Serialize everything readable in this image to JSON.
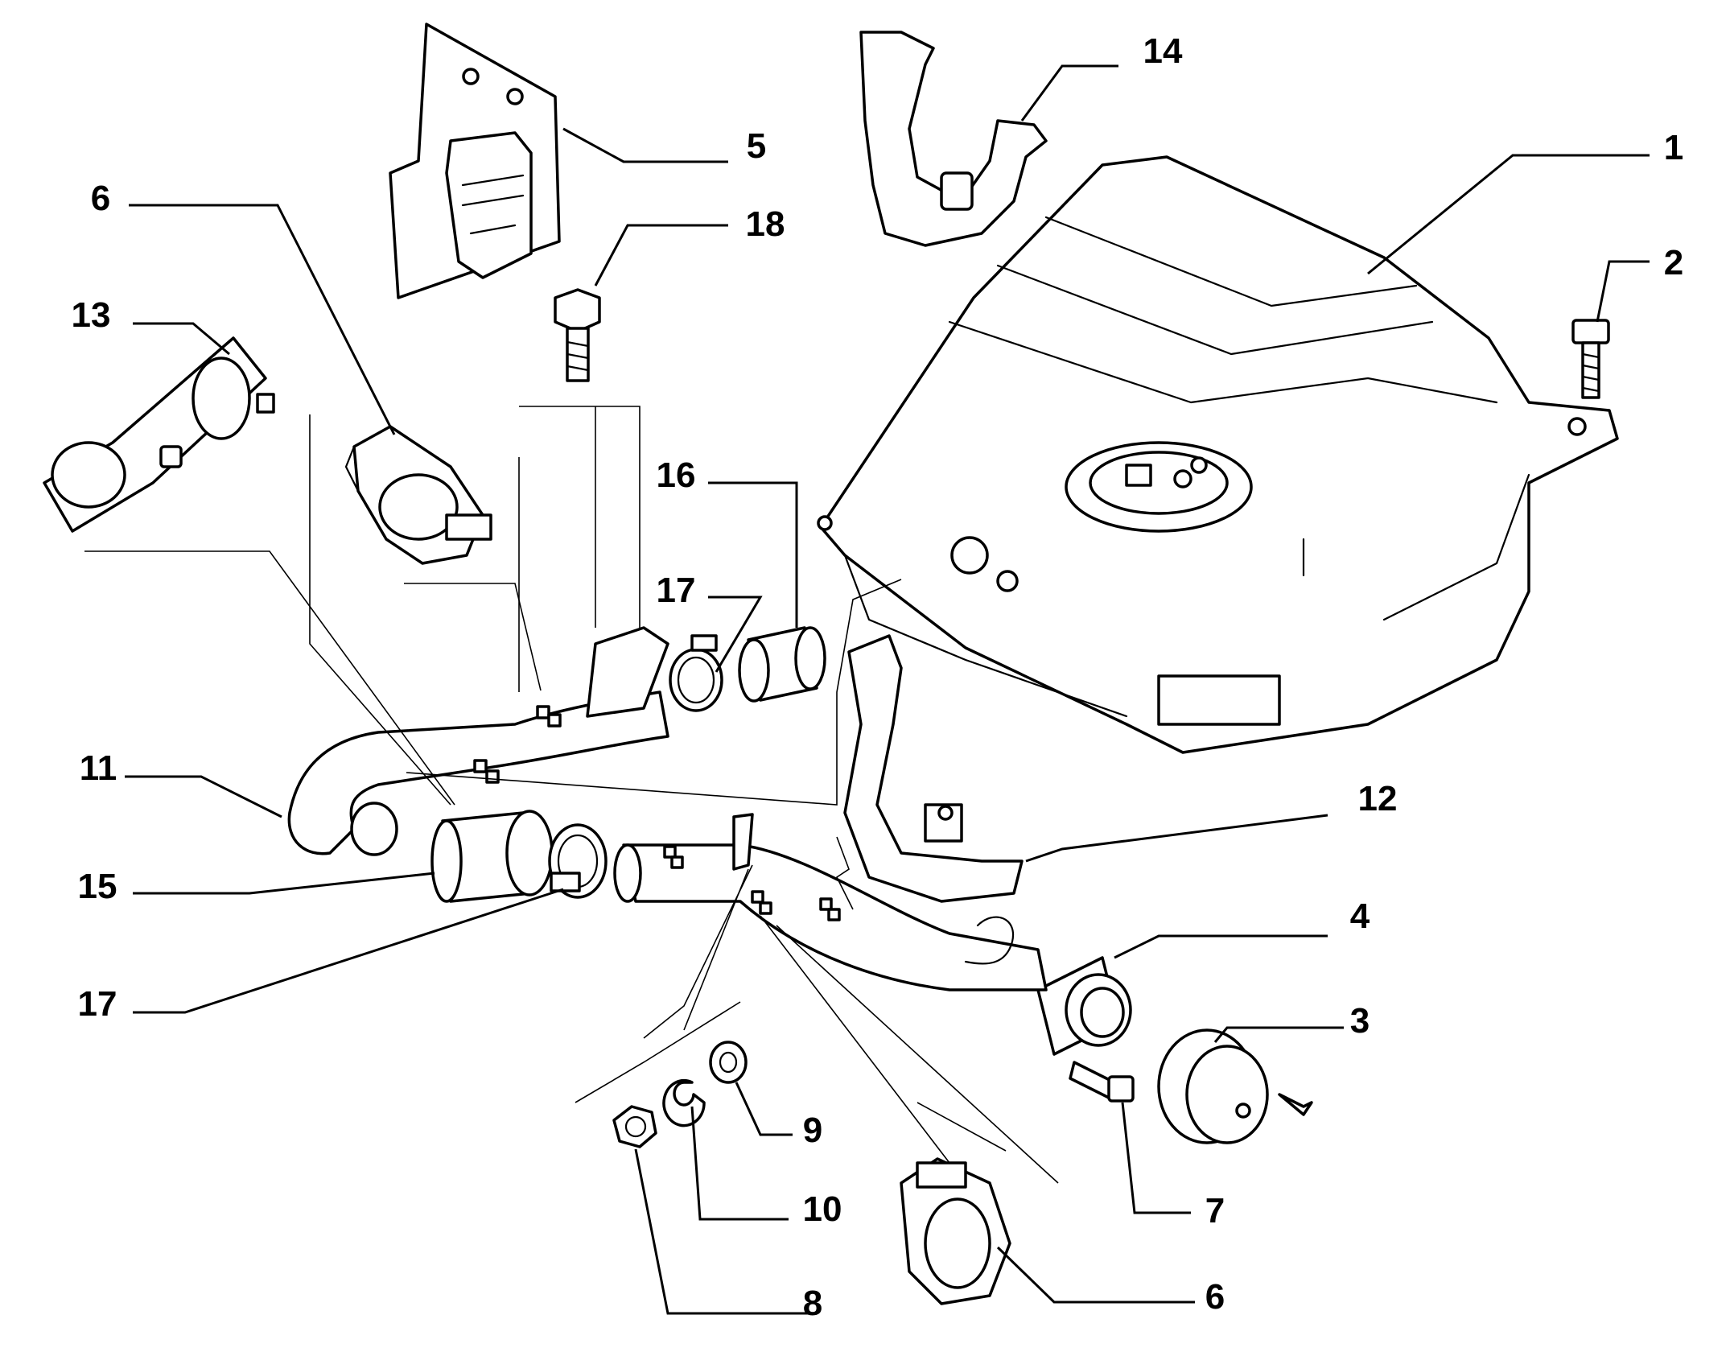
{
  "callouts": [
    {
      "id": "c1",
      "text": "1"
    },
    {
      "id": "c2",
      "text": "2"
    },
    {
      "id": "c3",
      "text": "3"
    },
    {
      "id": "c4",
      "text": "4"
    },
    {
      "id": "c5",
      "text": "5"
    },
    {
      "id": "c6a",
      "text": "6"
    },
    {
      "id": "c6b",
      "text": "6"
    },
    {
      "id": "c7",
      "text": "7"
    },
    {
      "id": "c8",
      "text": "8"
    },
    {
      "id": "c9",
      "text": "9"
    },
    {
      "id": "c10",
      "text": "10"
    },
    {
      "id": "c11",
      "text": "11"
    },
    {
      "id": "c12",
      "text": "12"
    },
    {
      "id": "c13",
      "text": "13"
    },
    {
      "id": "c14",
      "text": "14"
    },
    {
      "id": "c15",
      "text": "15"
    },
    {
      "id": "c16",
      "text": "16"
    },
    {
      "id": "c17a",
      "text": "17"
    },
    {
      "id": "c17b",
      "text": "17"
    },
    {
      "id": "c18",
      "text": "18"
    }
  ]
}
